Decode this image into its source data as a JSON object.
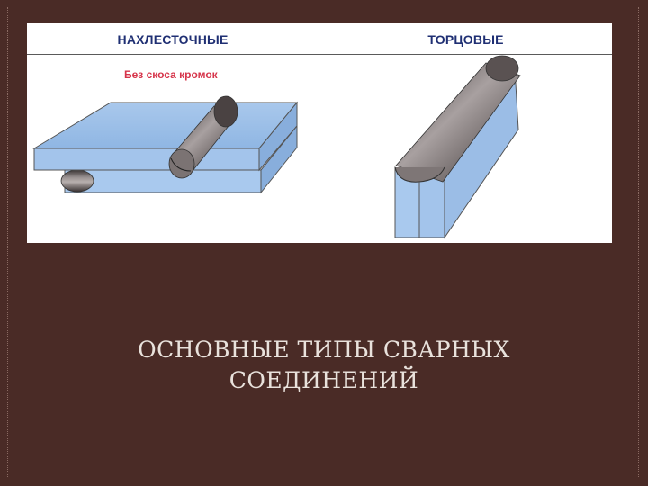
{
  "figure": {
    "left_title": "НАХЛЕСТОЧНЫЕ",
    "right_title": "ТОРЦОВЫЕ",
    "left_subtitle": "Без скоса кромок"
  },
  "caption": {
    "line1": "ОСНОВНЫЕ ТИПЫ СВАРНЫХ",
    "line2": "СОЕДИНЕНИЙ"
  }
}
